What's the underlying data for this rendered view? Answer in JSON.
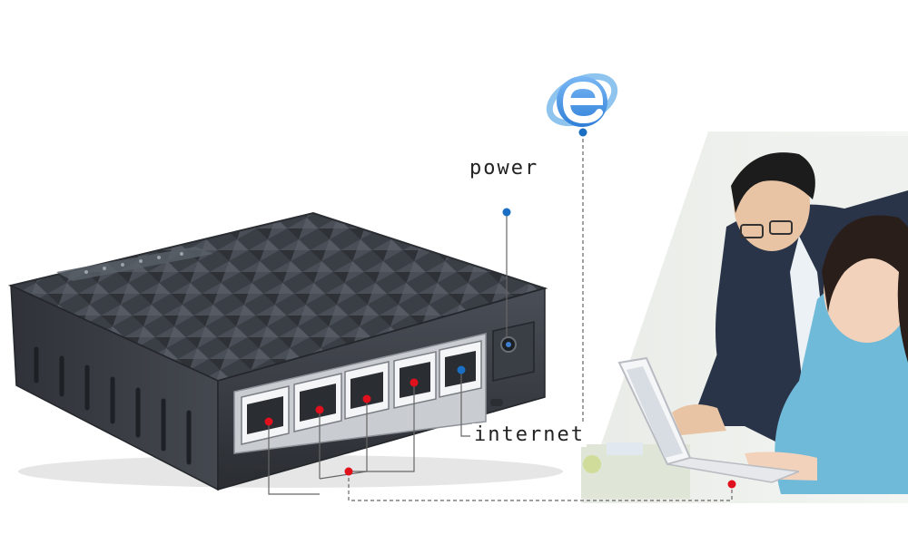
{
  "labels": {
    "power": "power",
    "internet": "internet"
  },
  "icons": {
    "browser": "internet-explorer-icon"
  },
  "colors": {
    "lan_dot": "#e0101c",
    "wan_dot": "#1a6fc4",
    "line": "#666666",
    "device_body": "#3c4048",
    "background": "#ffffff"
  },
  "switch": {
    "lan_ports": 4,
    "wan_ports": 1
  }
}
